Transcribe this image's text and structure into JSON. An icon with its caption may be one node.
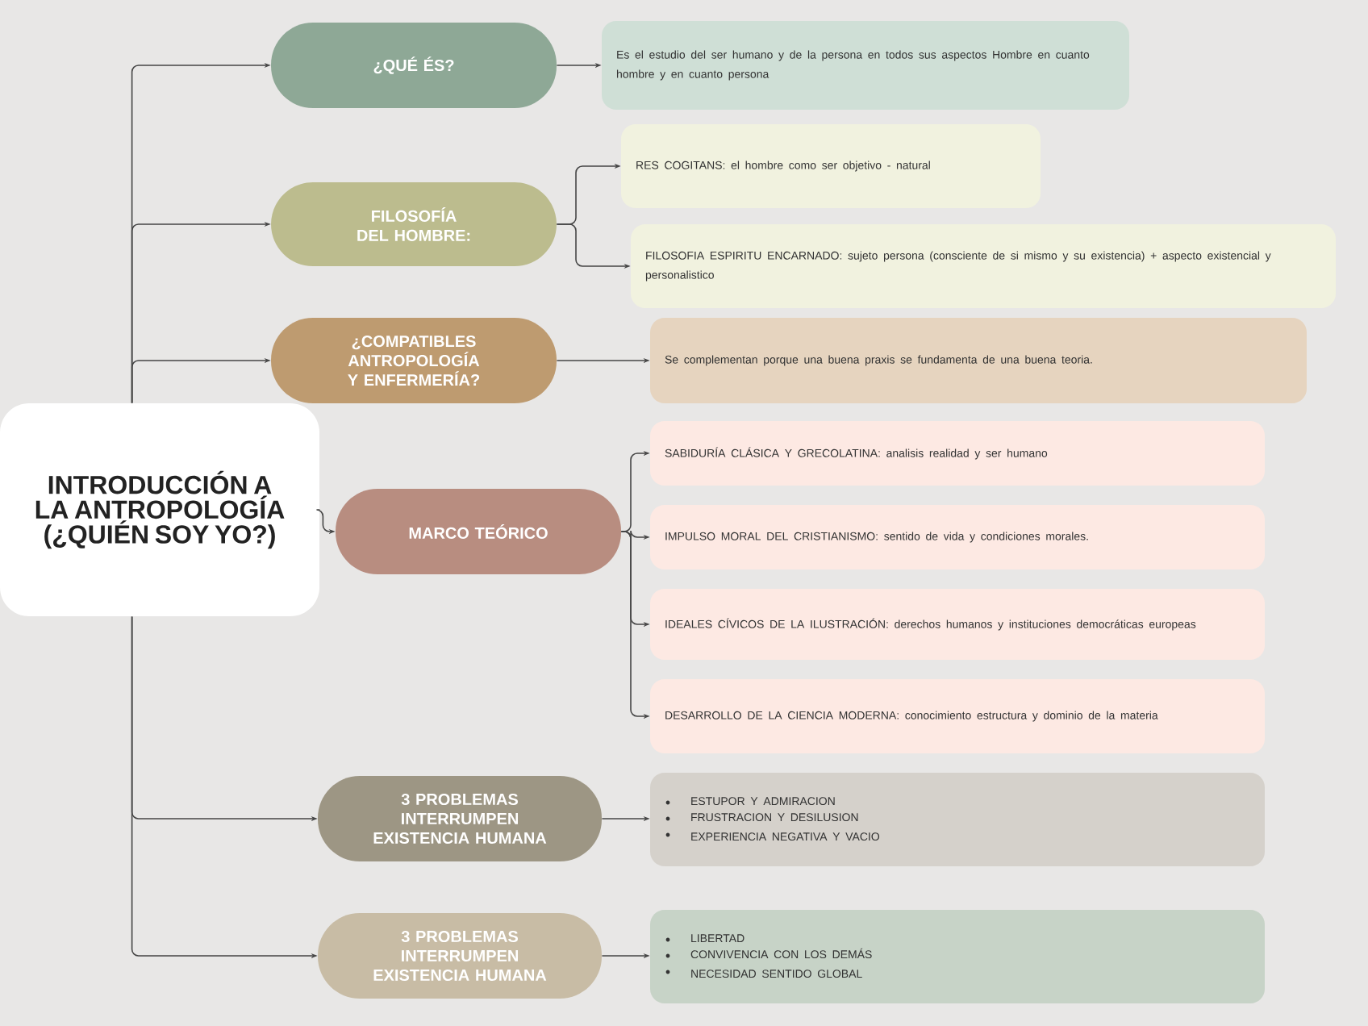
{
  "diagram": {
    "nodes": [
      {
        "text": [
          "INTRODUCCIÓN A LA ANTROPOLOGÍA (¿QUIÉN SOY YO?)"
        ]
      },
      {
        "text": [
          "¿QUÉ ÉS?"
        ]
      },
      {
        "text": [
          "Es el estudio del ser humano y de la persona en todos sus aspectos Hombre en cuanto hombre y en cuanto persona"
        ]
      },
      {
        "text": [
          "FILOSOFÍA DEL HOMBRE:"
        ]
      },
      {
        "text": [
          "RES COGITANS: el hombre como ser objetivo - natural"
        ]
      },
      {
        "text": [
          "FILOSOFIA ESPIRITU ENCARNADO: sujeto persona (consciente de si mismo y su existencia) + aspecto existencial y personalistico"
        ]
      },
      {
        "text": [
          "¿COMPATIBLES ANTROPOLOGÍA Y ENFERMERÍA?"
        ]
      },
      {
        "text": [
          "Se complementan porque una buena praxis se fundamenta de una buena teoria."
        ]
      },
      {
        "text": [
          "MARCO TEÓRICO"
        ]
      },
      {
        "text": [
          "SABIDURÍA CLÁSICA Y GRECOLATINA: analisis realidad y ser humano"
        ]
      },
      {
        "text": [
          "IMPULSO MORAL DEL CRISTIANISMO: sentido de vida y condiciones morales."
        ]
      },
      {
        "text": [
          "IDEALES CÍVICOS DE LA ILUSTRACIÓN: derechos humanos y instituciones democráticas europeas"
        ]
      },
      {
        "text": [
          "DESARROLLO DE LA CIENCIA MODERNA: conocimiento estructura y dominio de la materia"
        ]
      },
      {
        "text": [
          "3 PROBLEMAS INTERRUMPEN EXISTENCIA HUMANA"
        ]
      },
      {
        "text": [
          "ESTUPOR Y ADMIRACION",
          "FRUSTRACION Y DESILUSION",
          "EXPERIENCIA NEGATIVA Y VACIO"
        ]
      },
      {
        "text": [
          "3 PROBLEMAS INTERRUMPEN EXISTENCIA HUMANA"
        ]
      },
      {
        "text": [
          "LIBERTAD",
          "CONVIVENCIA CON LOS DEMÁS",
          "NECESIDAD SENTIDO GLOBAL"
        ]
      }
    ],
    "edges": [
      {
        "from": 0,
        "to": 1,
        "arrow": "to"
      },
      {
        "from": 0,
        "to": 3,
        "arrow": "to"
      },
      {
        "from": 0,
        "to": 6,
        "arrow": "to"
      },
      {
        "from": 0,
        "to": 8,
        "arrow": "to"
      },
      {
        "from": 0,
        "to": 13,
        "arrow": "to"
      },
      {
        "from": 0,
        "to": 15,
        "arrow": "to"
      },
      {
        "from": 1,
        "to": 2,
        "arrow": "to"
      },
      {
        "from": 3,
        "to": 4,
        "arrow": "to"
      },
      {
        "from": 3,
        "to": 5,
        "arrow": "to"
      },
      {
        "from": 6,
        "to": 7,
        "arrow": "to"
      },
      {
        "from": 8,
        "to": 9,
        "arrow": "to"
      },
      {
        "from": 8,
        "to": 10,
        "arrow": "to"
      },
      {
        "from": 8,
        "to": 11,
        "arrow": "to"
      },
      {
        "from": 8,
        "to": 12,
        "arrow": "to"
      },
      {
        "from": 13,
        "to": 14,
        "arrow": "to"
      },
      {
        "from": 15,
        "to": 16,
        "arrow": "to"
      }
    ]
  }
}
